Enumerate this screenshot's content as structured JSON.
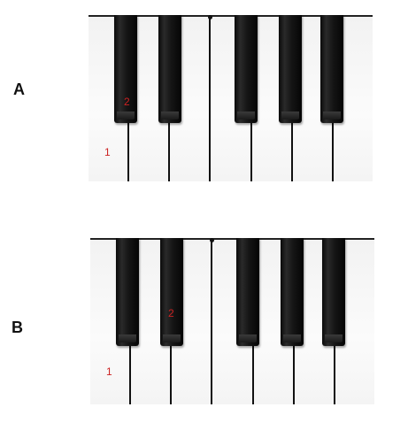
{
  "panels": [
    {
      "label": "A",
      "finger_one": "1",
      "finger_two": "2"
    },
    {
      "label": "B",
      "finger_one": "1",
      "finger_two": "2"
    }
  ],
  "colors": {
    "black_key": "#111111",
    "finger_number": "#cc2222"
  }
}
